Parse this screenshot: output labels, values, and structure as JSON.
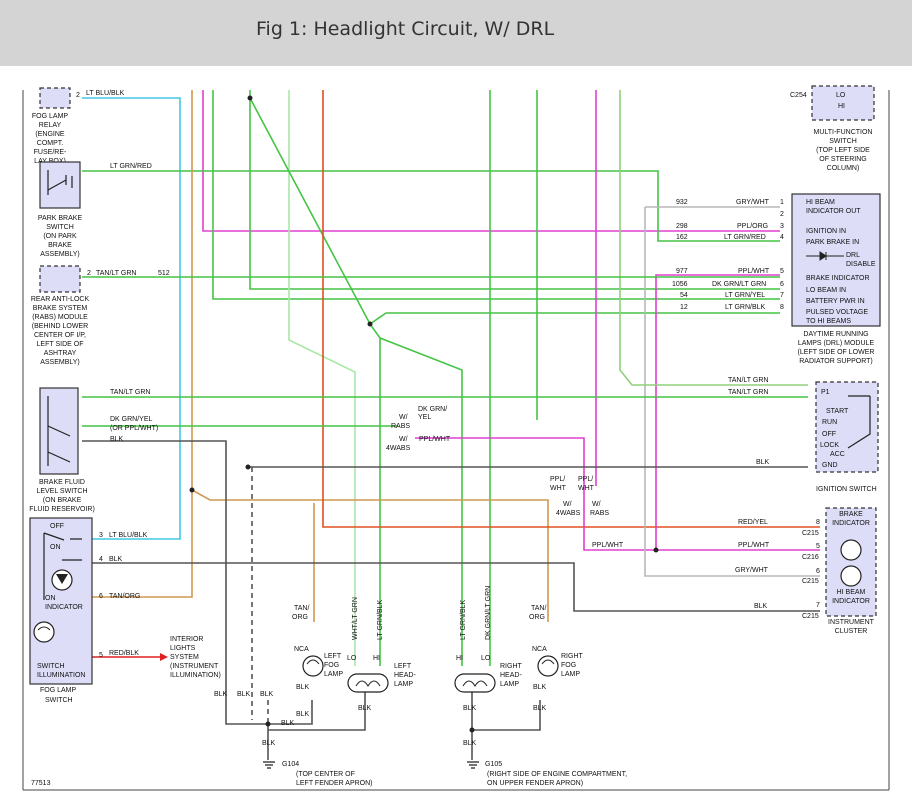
{
  "header": {
    "title": "Fig 1: Headlight Circuit, W/ DRL"
  },
  "figure_number": "77513",
  "components": {
    "fog_lamp_relay": [
      "FOG LAMP",
      "RELAY",
      "(ENGINE",
      "COMPT.",
      "FUSE/RE-",
      "LAY BOX)"
    ],
    "park_brake_switch": [
      "PARK BRAKE",
      "SWITCH",
      "(ON PARK",
      "BRAKE",
      "ASSEMBLY)"
    ],
    "rabs_module": [
      "REAR ANTI-LOCK",
      "BRAKE SYSTEM",
      "(RABS) MODULE",
      "(BEHIND LOWER",
      "CENTER OF I/P,",
      "LEFT SIDE OF",
      "ASHTRAY",
      "ASSEMBLY)"
    ],
    "brake_fluid_switch": [
      "BRAKE FLUID",
      "LEVEL SWITCH",
      "(ON BRAKE",
      "FLUID RESERVOIR)"
    ],
    "fog_lamp_switch": {
      "name": [
        "FOG LAMP",
        "SWITCH"
      ],
      "off": "OFF",
      "on": "ON",
      "on_indicator": [
        "ON",
        "INDICATOR"
      ],
      "switch_illumination": [
        "SWITCH",
        "ILLUMINATION"
      ]
    },
    "interior_lights": [
      "INTERIOR",
      "LIGHTS",
      "SYSTEM",
      "(INSTRUMENT",
      "ILLUMINATION)"
    ],
    "multifunction_switch": {
      "connector": "C254",
      "lo": "LO",
      "hi": "HI",
      "name": [
        "MULTI-FUNCTION",
        "SWITCH",
        "(TOP LEFT SIDE",
        "OF STEERING",
        "COLUMN)"
      ]
    },
    "drl_module": {
      "pins": [
        "HI BEAM",
        "INDICATOR OUT",
        "IGNITION IN",
        "PARK BRAKE IN",
        "BRAKE INDICATOR",
        "LO BEAM IN",
        "BATTERY PWR IN",
        "PULSED VOLTAGE",
        "TO HI BEAMS"
      ],
      "drl_disable": [
        "DRL",
        "DISABLE"
      ],
      "name": [
        "DAYTIME RUNNING",
        "LAMPS (DRL) MODULE",
        "(LEFT SIDE OF LOWER",
        "RADIATOR SUPPORT)"
      ]
    },
    "ignition_switch": {
      "positions": [
        "P1",
        "START",
        "RUN",
        "OFF",
        "LOCK",
        "ACC",
        "GND"
      ],
      "name": "IGNITION SWITCH"
    },
    "instrument_cluster": {
      "brake_indicator": [
        "BRAKE",
        "INDICATOR"
      ],
      "hi_beam_indicator": [
        "HI BEAM",
        "INDICATOR"
      ],
      "name": [
        "INSTRUMENT",
        "CLUSTER"
      ],
      "connectors": [
        "C215",
        "C216",
        "C215",
        "C215"
      ],
      "pins": [
        "8",
        "5",
        "6",
        "7"
      ]
    },
    "left_fog_lamp": [
      "LEFT",
      "FOG",
      "LAMP"
    ],
    "right_fog_lamp": [
      "RIGHT",
      "FOG",
      "LAMP"
    ],
    "left_headlamp": [
      "LEFT",
      "HEAD-",
      "LAMP"
    ],
    "right_headlamp": [
      "RIGHT",
      "HEAD-",
      "LAMP"
    ],
    "g104": {
      "id": "G104",
      "desc": [
        "(TOP CENTER OF",
        "LEFT FENDER APRON)"
      ]
    },
    "g105": {
      "id": "G105",
      "desc": [
        "(RIGHT SIDE OF ENGINE COMPARTMENT,",
        "ON UPPER FENDER APRON)"
      ]
    }
  },
  "drl_wires": [
    {
      "circuit": "932",
      "color": "GRY/WHT",
      "pin": "1"
    },
    {
      "circuit": "",
      "color": "",
      "pin": "2"
    },
    {
      "circuit": "298",
      "color": "PPL/ORG",
      "pin": "3"
    },
    {
      "circuit": "162",
      "color": "LT GRN/RED",
      "pin": "4"
    },
    {
      "circuit": "977",
      "color": "PPL/WHT",
      "pin": "5"
    },
    {
      "circuit": "1056",
      "color": "DK GRN/LT GRN",
      "pin": "6"
    },
    {
      "circuit": "54",
      "color": "LT GRN/YEL",
      "pin": "7"
    },
    {
      "circuit": "12",
      "color": "LT GRN/BLK",
      "pin": "8"
    }
  ],
  "wire_labels": {
    "lt_blu_blk": "LT BLU/BLK",
    "lt_grn_red": "LT GRN/RED",
    "tan_lt_grn": "TAN/LT GRN",
    "circuit_512": "512",
    "dk_grn_yel": "DK GRN/YEL",
    "or_ppl_wht": "(OR PPL/WHT)",
    "blk": "BLK",
    "red_yel": "RED/YEL",
    "ppl_wht": "PPL/WHT",
    "gry_wht": "GRY/WHT",
    "tan_org": "TAN/ORG",
    "red_blk": "RED/BLK",
    "dk_grn_yel_split": [
      "DK GRN/",
      "YEL"
    ],
    "w_rabs": [
      "W/",
      "RABS"
    ],
    "w_4wabs": [
      "W/",
      "4WABS"
    ],
    "ppl_wht_split": [
      "PPL/",
      "WHT"
    ],
    "tan_org_split": [
      "TAN/",
      "ORG"
    ],
    "wht_lt_grn": "WHT/LT GRN",
    "lt_grn_blk": "LT GRN/BLK",
    "dk_grn_lt_grn": "DK GRN/LT GRN",
    "nca": "NCA",
    "lo": "LO",
    "hi": "HI"
  },
  "pin_numbers": {
    "two": "2",
    "three": "3",
    "four": "4",
    "five": "5",
    "six": "6"
  }
}
